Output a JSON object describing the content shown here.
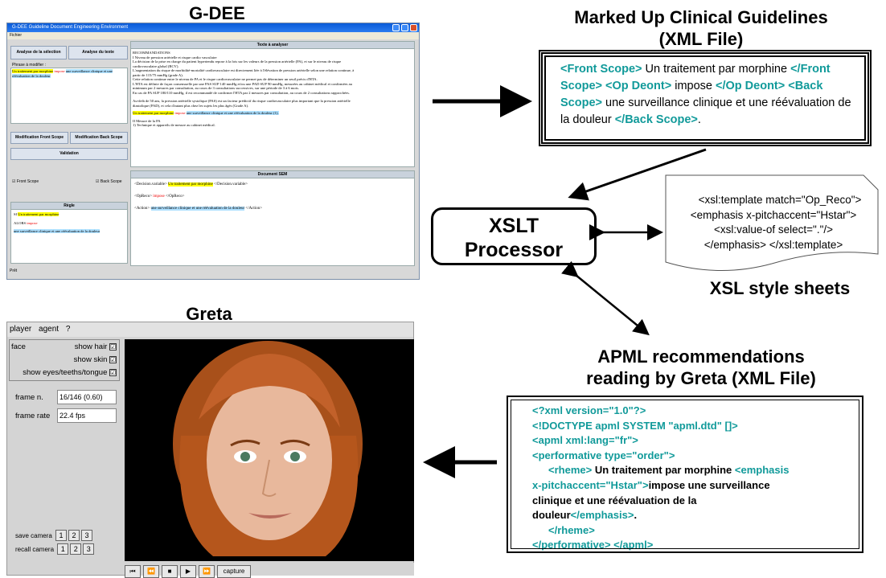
{
  "titles": {
    "gdee": "G-DEE",
    "marked": "Marked Up Clinical Guidelines",
    "marked2": "(XML File)",
    "xslt1": "XSLT",
    "xslt2": "Processor",
    "xsl": "XSL style sheets",
    "greta": "Greta",
    "apml1": "APML recommendations",
    "apml2": "reading by Greta (XML File)"
  },
  "marked_xml": {
    "t1": "<Front Scope>",
    "t2": " Un traitement par morphine ",
    "t3": "</Front Scope> <Op Deont>",
    "t4": " impose ",
    "t5": "</Op Deont> <Back Scope>",
    "t6": " une surveillance clinique et une réévaluation de la douleur ",
    "t7": "</Back Scope>",
    "t8": "."
  },
  "xsl": {
    "l1": "<xsl:template match=\"Op_Reco\">",
    "l2": "<emphasis x-pitchaccent=\"Hstar\">",
    "l3": "<xsl:value-of select=\".\"/>",
    "l4": "</emphasis> </xsl:template>"
  },
  "apml": {
    "l1": "<?xml version=\"1.0\"?>",
    "l2": "<!DOCTYPE apml SYSTEM \"apml.dtd\" []>",
    "l3": "<apml xml:lang=\"fr\">",
    "l4": "<performative type=\"order\">",
    "l5a": "<rheme>",
    "l5b": " Un traitement par morphine ",
    "l5c": "<emphasis",
    "l6a": "x-pitchaccent=\"Hstar\">",
    "l6b": "impose une surveillance",
    "l7": "clinique et une réévaluation de la",
    "l8a": "douleur",
    "l8b": "</emphasis>",
    ".": ".",
    "l9": "</rheme>",
    "l10": "</performative> </apml>"
  },
  "gdee": {
    "wtitle": "G-DEE Guideline Document Engineering Environment",
    "menu": "Fichier",
    "btn1": "Analyse de la sélection",
    "btn2": "Analyse du texte",
    "phrase_label": "Phrase à modifier :",
    "phr_a": "Un traitement par morphine",
    "phr_b": "impose",
    "phr_c": "une surveillance clinique et une réévaluation de la douleur",
    "btn3": "Modification Front Scope",
    "btn4": "Modification Back Scope",
    "btn5": "Validation",
    "chk1": "Front Scope",
    "chk2": "Back Scope",
    "regle": "Règle",
    "si": "SI",
    "si_v": "Un traitement par morphine",
    "alors": "ALORS",
    "alors_v": "impose",
    "last": "une surveillance clinique et une réévaluation de la douleur",
    "texte_head": "Texte à analyser",
    "texte": [
      "RECOMMANDATIONS",
      "I Niveau de pression artérielle et risque cardio vasculaire",
      "La décision de la prise en charge du patient hypertendu repose à la fois sur les valeurs de la pression artérielle (PA), et sur le niveau de risque",
      "cardiovasculaire global (RCV).",
      "L'augmentation du risque de morbidité-mortalité cardiovasculaire est directement liée à l'élévation de pression artérielle selon une relation continue, à",
      "partir de 115/75 mmHg (grade A).",
      "Cette relation continue entre le niveau de PA et le risque cardiovasculaire ne permet pas de déterminer un seuil précis d'HTA.",
      "L'HTA est définie de façon consensuelle par une PAS SUP 140 mmHg et/ou une PAD SUP 90 mmHg, mesurées au cabinet médical et confirmées au",
      "minimum par 2 mesures par consultation, au cours de 3 consultations successives, sur une période de 3 à 6 mois.",
      "En cas de PA SUP 180/110 mmHg, il est recommandé de confirmer l'HTA par 2 mesures par consultation, au cours de 2 consultations rapprochées.",
      "",
      "Au-delà de 50 ans, la pression artérielle systolique (PAS) est un facteur prédictif du risque cardiovasculaire plus important que la pression artérielle",
      "diastolique (PAD), et cela d'autant plus chez les sujets les plus âgés (Grade A)."
    ],
    "texte_hl": "une surveillance clinique et une réévaluation de la douleur (1).",
    "texte_end": [
      "II Mesure de la PA",
      "1) Technique et appareils de mesure au cabinet médical."
    ],
    "sem_head": "Document SEM",
    "sem1a": "<Decision.variable>",
    "sem1b": "Un traitement par morphine",
    "sem1c": "</Decision.variable>",
    "sem2a": "<OpReco>",
    "sem2b": "impose",
    "sem2c": "</OpReco>",
    "sem3a": "<Action>",
    "sem3b": "une surveillance clinique et une réévaluation de la douleur",
    "sem3c": "</Action>",
    "status": "Prêt"
  },
  "greta": {
    "menu": [
      "player",
      "agent",
      "?"
    ],
    "face": "face",
    "hair": "show hair",
    "skin": "show skin",
    "eyes": "show eyes/teeths/tongue",
    "frame_n_label": "frame n.",
    "frame_n": "16/146 (0.60)",
    "rate_label": "frame rate",
    "rate": "22.4 fps",
    "save": "save camera",
    "recall": "recall camera",
    "n1": "1",
    "n2": "2",
    "n3": "3",
    "capture": "capture",
    "check": "☑"
  },
  "colors": {
    "teal": "#119a9a",
    "highlight_yellow": "#ffff00",
    "highlight_blue": "#aee0ff",
    "hair": "#b5561c"
  }
}
